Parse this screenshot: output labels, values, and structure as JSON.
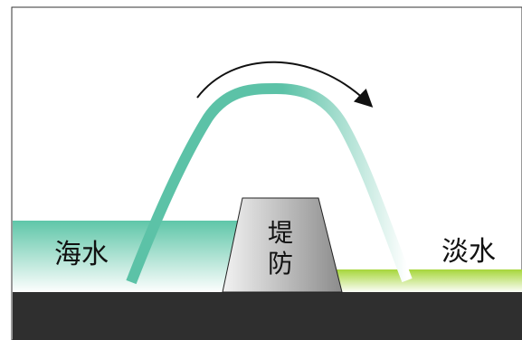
{
  "labels": {
    "seawater": "海水",
    "freshwater": "淡水",
    "dike_line1": "堤",
    "dike_line2": "防"
  },
  "colors": {
    "seawater_top": "#5fc6a8",
    "seawater_bottom": "#ffffff",
    "freshwater_top": "#a6d63a",
    "freshwater_bottom": "#ffffff",
    "ground": "#2f2f2f",
    "dike_light": "#f2f2f2",
    "dike_dark": "#8c8c8c",
    "siphon_start": "#5cc2a7",
    "siphon_end": "#ffffff",
    "arrow": "#111111",
    "frame": "#333333"
  }
}
